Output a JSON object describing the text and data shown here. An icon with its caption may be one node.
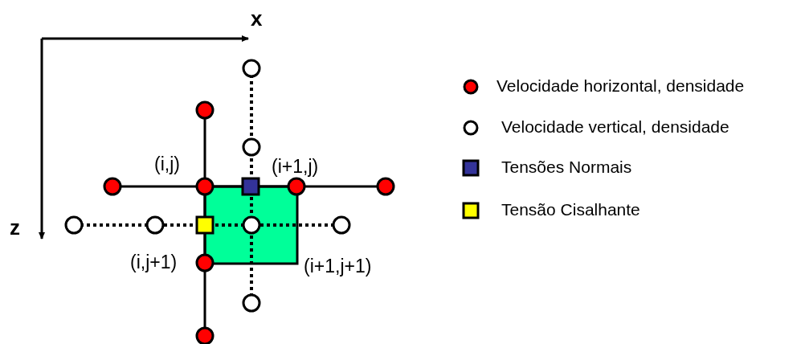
{
  "diagram": {
    "labels": [
      "x",
      "z",
      "(i,j)",
      "(i+1,j)",
      "(i,j+1)",
      "(i+1,j+1)"
    ],
    "legend": [
      {
        "text": "Velocidade horizontal, densidade",
        "color": "#ff0000"
      },
      {
        "text": "Velocidade vertical, densidade"
      },
      {
        "text": "Tensões Normais",
        "color": "#333399"
      },
      {
        "text": "Tensão Cisalhante",
        "color": "#ffff00"
      }
    ]
  }
}
